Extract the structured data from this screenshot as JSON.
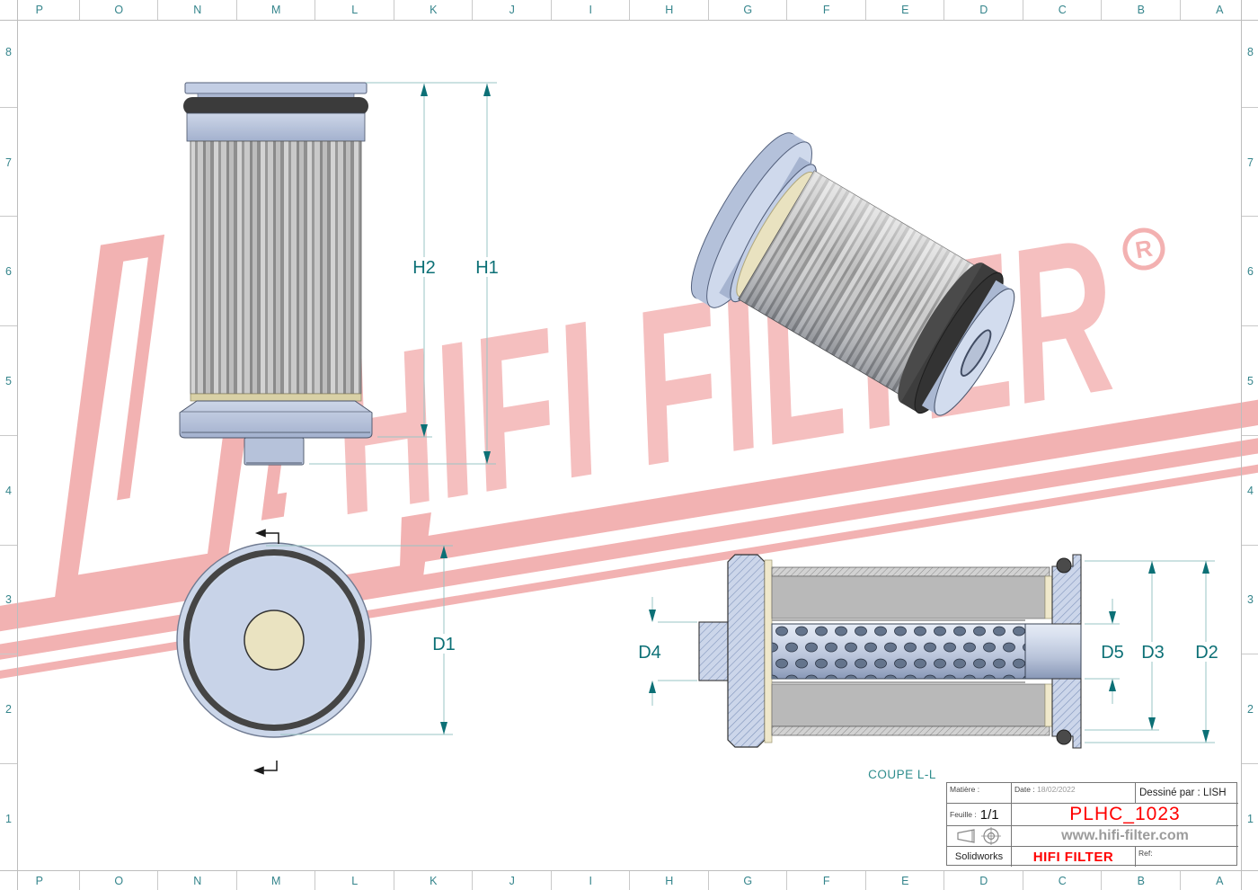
{
  "border": {
    "columns": [
      "P",
      "O",
      "N",
      "M",
      "L",
      "K",
      "J",
      "I",
      "H",
      "G",
      "F",
      "E",
      "D",
      "C",
      "B",
      "A"
    ],
    "rows": [
      "8",
      "7",
      "6",
      "5",
      "4",
      "3",
      "2",
      "1"
    ],
    "label_color": "#35858c"
  },
  "watermark": {
    "text": "HIFI FILTER",
    "registered_mark": "R",
    "text_color": "#f5bfbf",
    "stripe_color": "#f2b2b2"
  },
  "views": {
    "front": {
      "dim_height_outer": "H1",
      "dim_height_inner": "H2"
    },
    "top": {
      "dim_diameter": "D1"
    },
    "section": {
      "caption": "COUPE L-L",
      "dim_d2": "D2",
      "dim_d3": "D3",
      "dim_d4": "D4",
      "dim_d5": "D5"
    }
  },
  "dimension_style": {
    "accent_color": "#0c7076",
    "line_color": "#9ac4c4"
  },
  "title_block": {
    "matiere_label": "Matière :",
    "date_label": "Date :",
    "date_value": "18/02/2022",
    "dessine_par": "Dessiné par : LISH",
    "feuille_label": "Feuille :",
    "feuille_value": "1/1",
    "part_number": "PLHC_1023",
    "website": "www.hifi-filter.com",
    "software": "Solidworks",
    "brand": "HIFI FILTER",
    "ref_label": "Ref:",
    "accent_color": "#ff0000"
  }
}
